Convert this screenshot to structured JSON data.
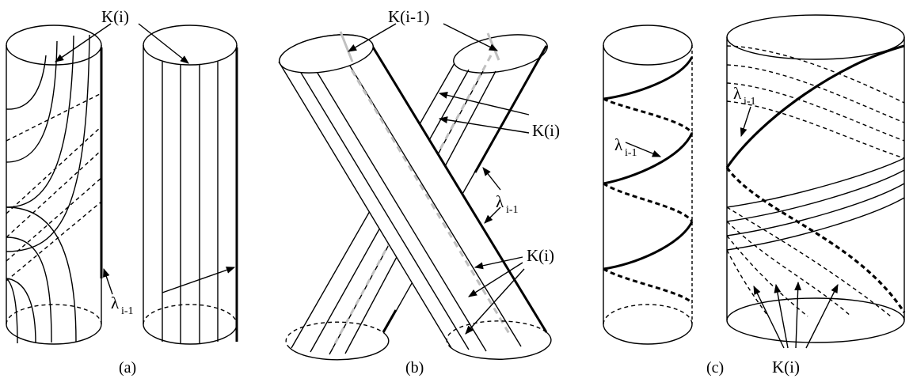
{
  "panels": [
    {
      "caption": "(a)"
    },
    {
      "caption": "(b)"
    },
    {
      "caption": "(c)"
    }
  ],
  "labels": {
    "K_i": "K(i)",
    "K_i_minus_1": "K(i-1)",
    "lambda_symbol": "λ",
    "lambda_subscript": "i-1"
  },
  "colors": {
    "stroke": "#000000",
    "core_dashed": "#c0c0c0",
    "background": "#ffffff"
  }
}
